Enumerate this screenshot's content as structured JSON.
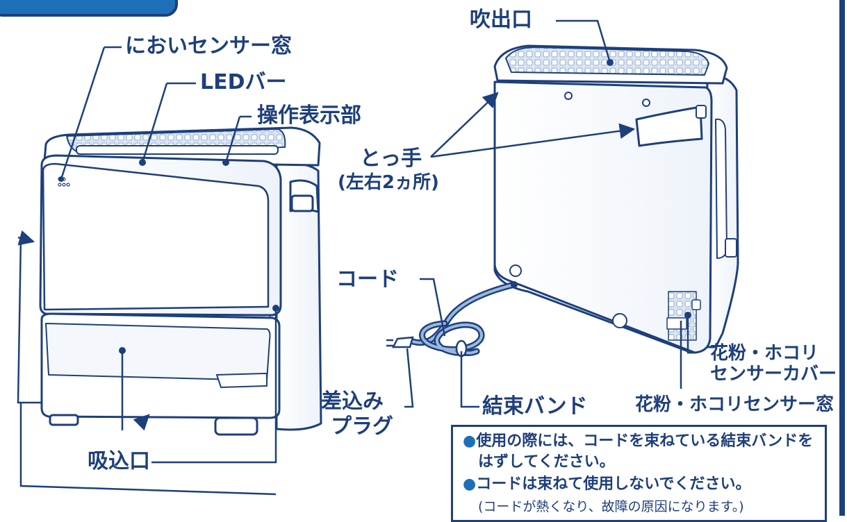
{
  "colors": {
    "ink": "#1d3f7c",
    "accent": "#1d6fb8",
    "paper": "#ffffff"
  },
  "labels": {
    "odor_sensor_window": "においセンサー窓",
    "led_bar": "LEDバー",
    "control_display": "操作表示部",
    "outlet": "吹出口",
    "handle_line1": "とっ手",
    "handle_line2": "(左右2ヵ所)",
    "cord": "コード",
    "plug_line1": "差込み",
    "plug_line2": "プラグ",
    "binding_band": "結束バンド",
    "dust_cover_line1": "花粉・ホコリ",
    "dust_cover_line2": "センサーカバー",
    "dust_sensor_window": "花粉・ホコリセンサー窓",
    "inlet": "吸込口"
  },
  "note": {
    "line1": "使用の際には、コードを束ねている結束バンドを",
    "line2": "はずしてください。",
    "line3": "コードは束ねて使用しないでください。",
    "line4": "(コードが熱くなり、故障の原因になります。)",
    "bullet_glyph": "●"
  }
}
